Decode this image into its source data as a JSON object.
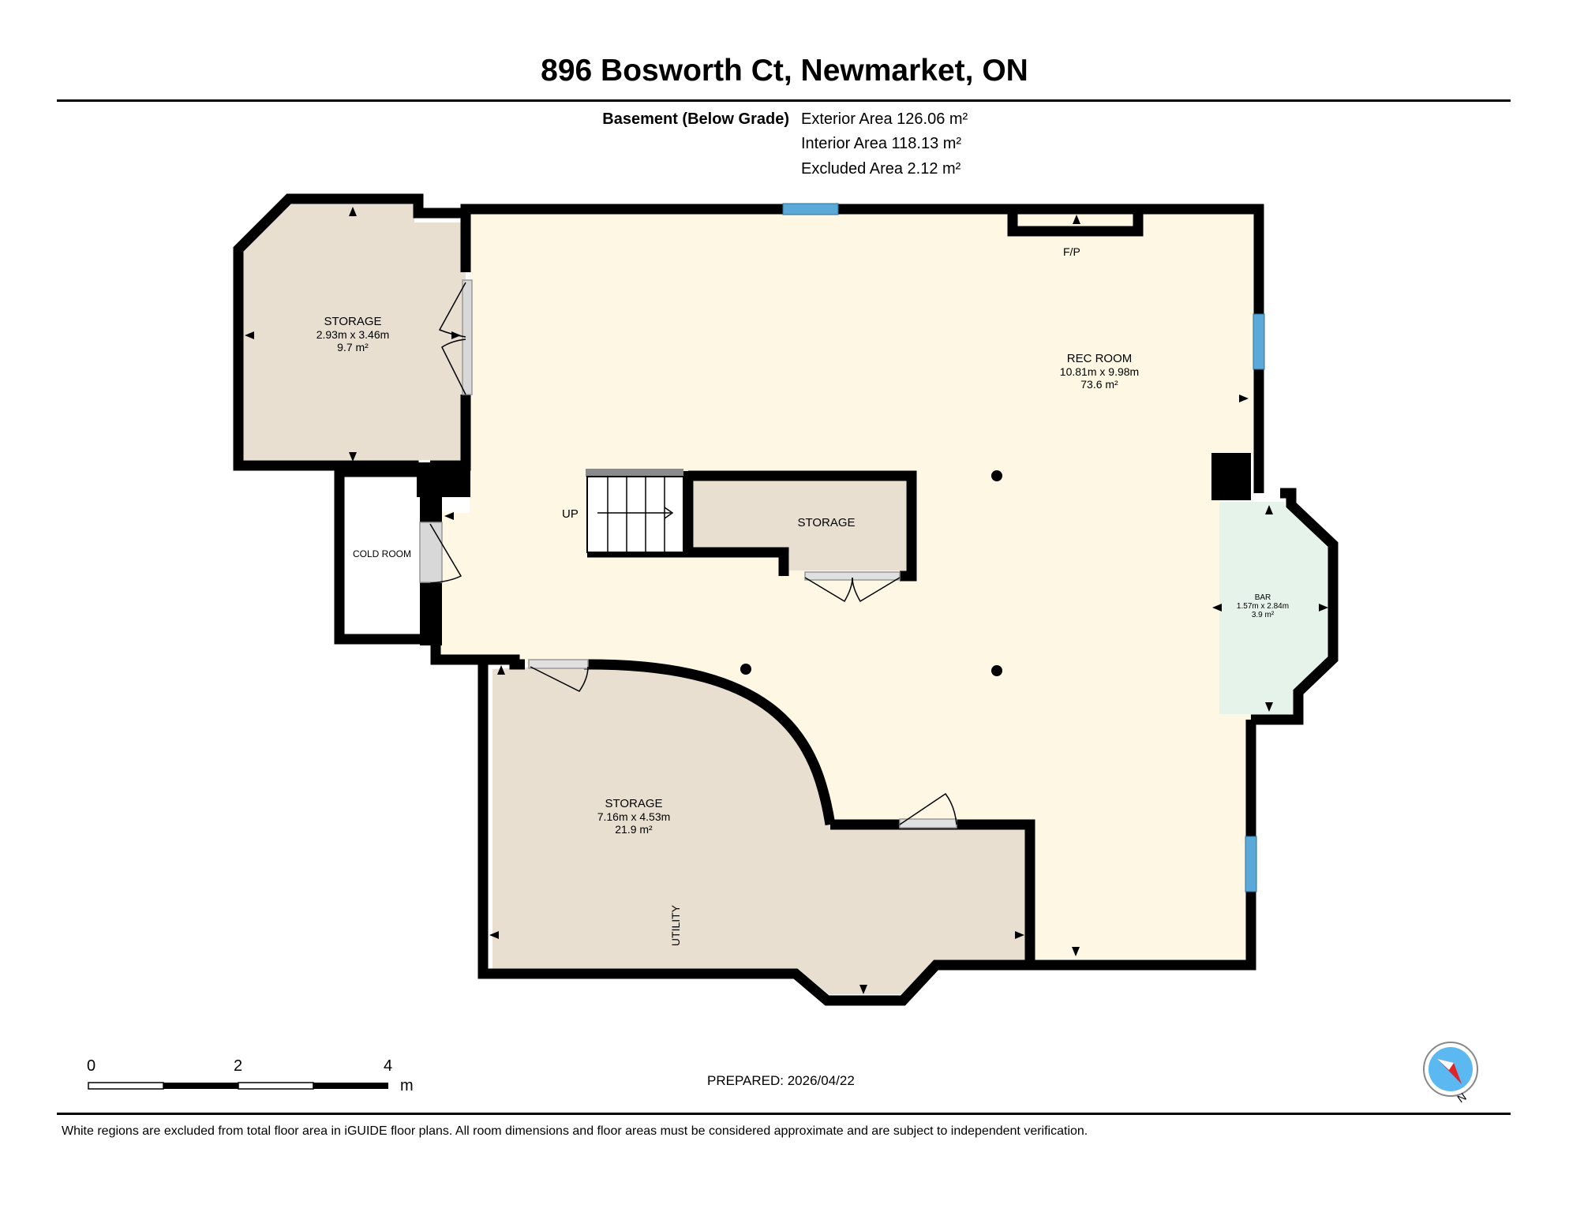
{
  "header": {
    "address": "896 Bosworth Ct, Newmarket, ON"
  },
  "summary": {
    "level": "Basement (Below Grade)",
    "exterior": "Exterior Area 126.06 m²",
    "interior": "Interior Area 118.13 m²",
    "excluded": "Excluded Area 2.12 m²"
  },
  "rooms": {
    "storage_nw": {
      "name": "STORAGE",
      "dims": "2.93m x 3.46m",
      "area": "9.7 m²"
    },
    "rec_room": {
      "name": "REC ROOM",
      "dims": "10.81m x 9.98m",
      "area": "73.6 m²"
    },
    "storage_center": {
      "name": "STORAGE"
    },
    "cold_room": {
      "name": "COLD ROOM"
    },
    "bar": {
      "name": "BAR",
      "dims": "1.57m x 2.84m",
      "area": "3.9 m²"
    },
    "storage_s": {
      "name": "STORAGE",
      "dims": "7.16m x 4.53m",
      "area": "21.9 m²"
    }
  },
  "tags": {
    "fireplace": "F/P",
    "stairs": "UP",
    "utility": "UTILITY"
  },
  "colors": {
    "rec_room_fill": "#fdf7e3",
    "storage_fill": "#e8dfd1",
    "bar_fill": "#e6f3ea",
    "cold_room_fill": "#ffffff",
    "window": "#5aa9d8",
    "wall": "#000000",
    "door_jamb": "#d8d8d8",
    "compass_red": "#e0242a",
    "compass_blue": "#5bb8f0"
  },
  "scale": {
    "labels": [
      "0",
      "2",
      "4"
    ],
    "unit": "m"
  },
  "footer": {
    "prepared": "PREPARED: 2026/04/22",
    "disclaimer": "White regions are excluded from total floor area in iGUIDE floor plans. All room dimensions and floor areas must be considered approximate and are subject to independent verification.",
    "north": "N"
  }
}
